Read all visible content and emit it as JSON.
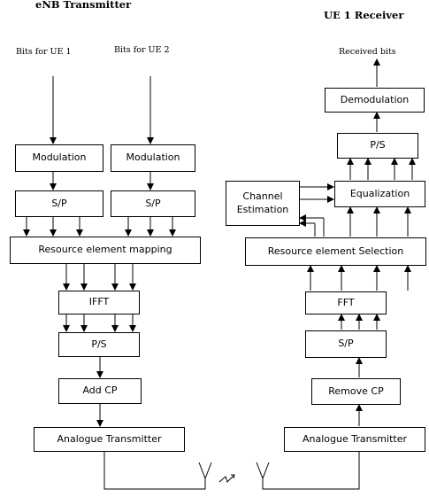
{
  "titles": {
    "transmitter": "eNB Transmitter",
    "receiver": "UE 1 Receiver"
  },
  "inputs": {
    "ue1": "Bits for UE 1",
    "ue2": "Bits for UE 2"
  },
  "output": {
    "received": "Received bits"
  },
  "tx": {
    "modulation_1": "Modulation",
    "modulation_2": "Modulation",
    "sp_1": "S/P",
    "sp_2": "S/P",
    "mapping": "Resource element mapping",
    "ifft": "IFFT",
    "ps": "P/S",
    "add_cp": "Add CP",
    "analogue": "Analogue Transmitter"
  },
  "rx": {
    "demodulation": "Demodulation",
    "ps": "P/S",
    "equalization": "Equalization",
    "channel_estimation": "Channel\nEstimation",
    "selection": "Resource element Selection",
    "fft": "FFT",
    "sp": "S/P",
    "remove_cp": "Remove CP",
    "analogue": "Analogue Transmitter"
  }
}
